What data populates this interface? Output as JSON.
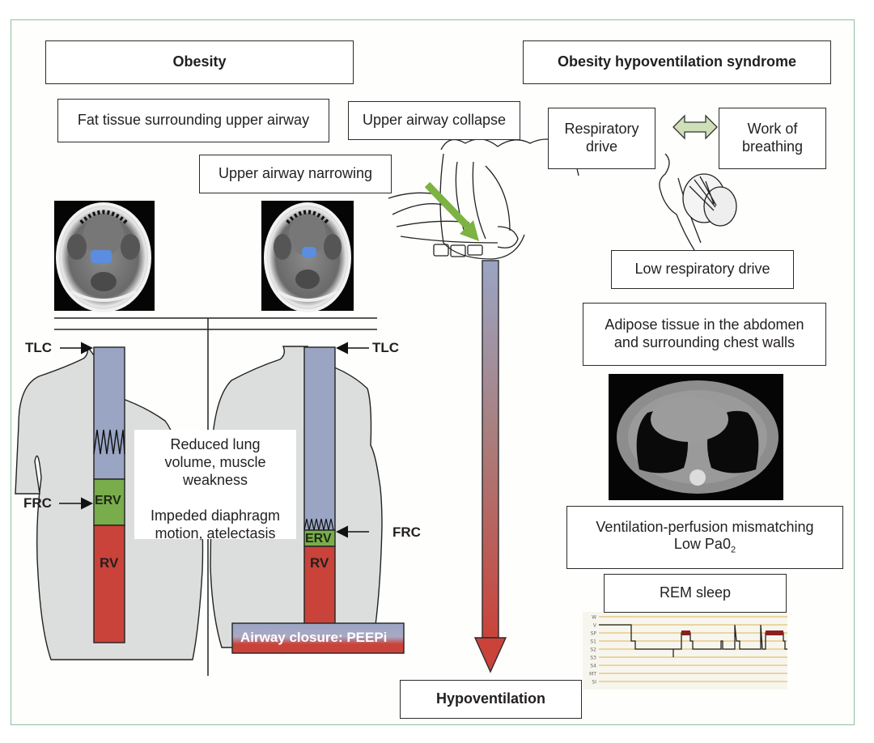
{
  "diagram": {
    "left_header": "Obesity",
    "right_header": "Obesity hypoventilation syndrome",
    "fat_tissue": "Fat tissue surrounding upper airway",
    "upper_airway_collapse": "Upper airway collapse",
    "upper_airway_narrowing": "Upper airway narrowing",
    "respiratory_drive": "Respiratory drive",
    "work_of_breathing": "Work of breathing",
    "low_respiratory_drive": "Low respiratory drive",
    "adipose_tissue": "Adipose tissue in the abdomen and surrounding chest walls",
    "vq_mismatch": "Ventilation-perfusion mismatching",
    "low_pao2_prefix": "Low Pa0",
    "low_pao2_sub": "2",
    "rem_sleep": "REM sleep",
    "hypoventilation": "Hypoventilation",
    "reduced_lung_volume": "Reduced lung volume, muscle weakness",
    "impeded_diaphragm": "Impeded diaphragm motion, atelectasis",
    "airway_closure": "Airway closure: PEEPi",
    "labels": {
      "tlc_left": "TLC",
      "tlc_right": "TLC",
      "frc_left": "FRC",
      "frc_right": "FRC",
      "erv_left": "ERV",
      "erv_right": "ERV",
      "rv_left": "RV",
      "rv_right": "RV"
    },
    "hypnogram": {
      "stage_labels": [
        "W",
        "V",
        "SP",
        "S1",
        "S2",
        "S3",
        "S4",
        "MT",
        "SI"
      ]
    },
    "colors": {
      "lung_blue": "#9aa5c4",
      "erv_green": "#79ad4c",
      "rv_red": "#c9433a",
      "body_gray": "#dcdddd",
      "arrow_green": "#7cb342",
      "double_arrow_fill": "#cfe0b8",
      "frame_green": "#8fbf9f",
      "rem_bar": "#8b1e1e",
      "hypno_line": "#e8c986"
    }
  }
}
